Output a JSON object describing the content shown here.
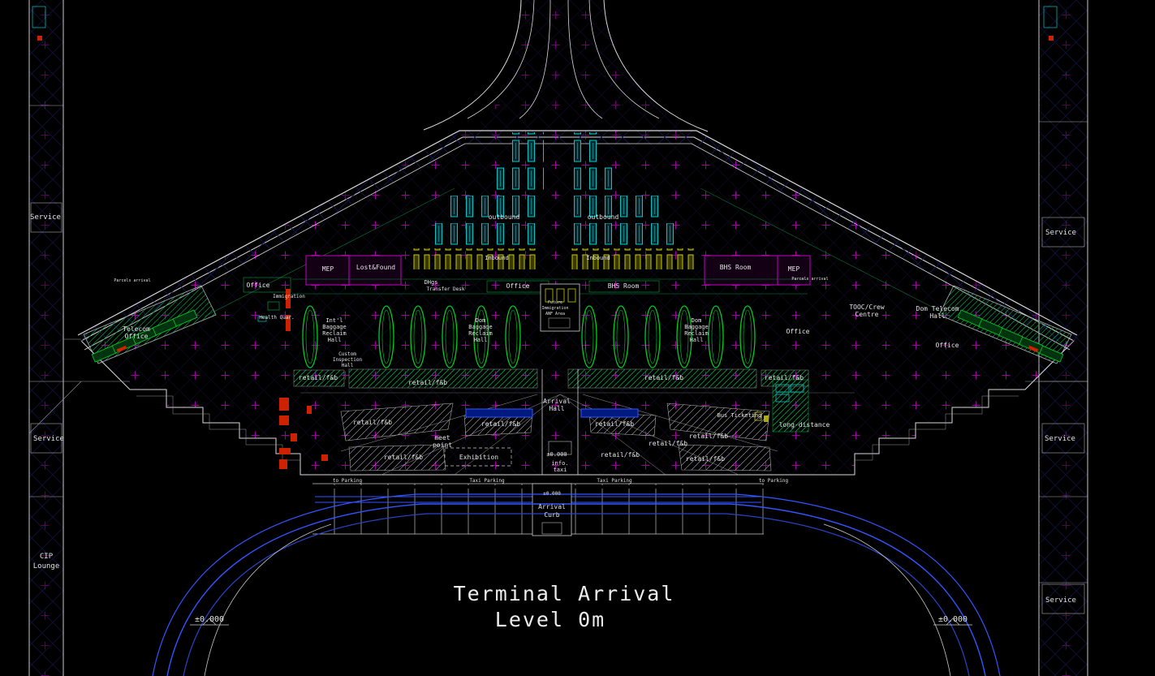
{
  "colors": {
    "grid_cross": "#c400c4",
    "truss": "#15154a",
    "gate_cyan": "#00c8c8",
    "belt_yellow": "#c8c800",
    "carousel_green": "#00cc22",
    "road_blue": "#3355ff",
    "line_white": "#d8d8d8",
    "alert_red": "#cc2200"
  },
  "title": {
    "line1": "Terminal  Arrival",
    "line2": "Level   0m"
  },
  "labels": {
    "service": "Service",
    "cip": [
      "CIP",
      "Lounge"
    ],
    "outbound": "outbound",
    "inbound": "Inbound",
    "mep": "MEP",
    "lost_found": "Lost&Found",
    "bhs_room": "BHS Room",
    "office": "Office",
    "dhgs": "DHgs",
    "transfer_desk": "Transfer Desk",
    "immigration": "Immigration",
    "health_quar": "Health Quar.",
    "future_immigration": [
      "Future",
      "Immigration",
      "ANF Area"
    ],
    "intl_reclaim": [
      "Int'l",
      "Baggage",
      "Reclaim",
      "Hall"
    ],
    "dom_reclaim": [
      "Dom",
      "Baggage",
      "Reclaim",
      "Hall"
    ],
    "custom_inspection": [
      "Custom",
      "Inspection",
      "Hall"
    ],
    "retail": "retail/f&b",
    "arrival_hall": [
      "Arrival",
      "Hall"
    ],
    "meet_point": [
      "meet",
      "point"
    ],
    "exhibition": "Exhibition",
    "info_taxi": [
      "info.",
      "taxi"
    ],
    "level_mark": "±0.000",
    "arrival_curb": [
      "Arrival",
      "Curb"
    ],
    "bus_ticketing": "Bus Ticketing",
    "long_distance": "long-distance",
    "to_parking": "to Parking",
    "taxi_parking": "Taxi Parking",
    "tooc": [
      "TOOC/Crew",
      "Centre"
    ],
    "telecom_left": [
      "Telecom",
      "Office"
    ],
    "telecom_right": [
      "Dom Telecom",
      "Hall"
    ],
    "parcels": "Parcels arrival"
  }
}
